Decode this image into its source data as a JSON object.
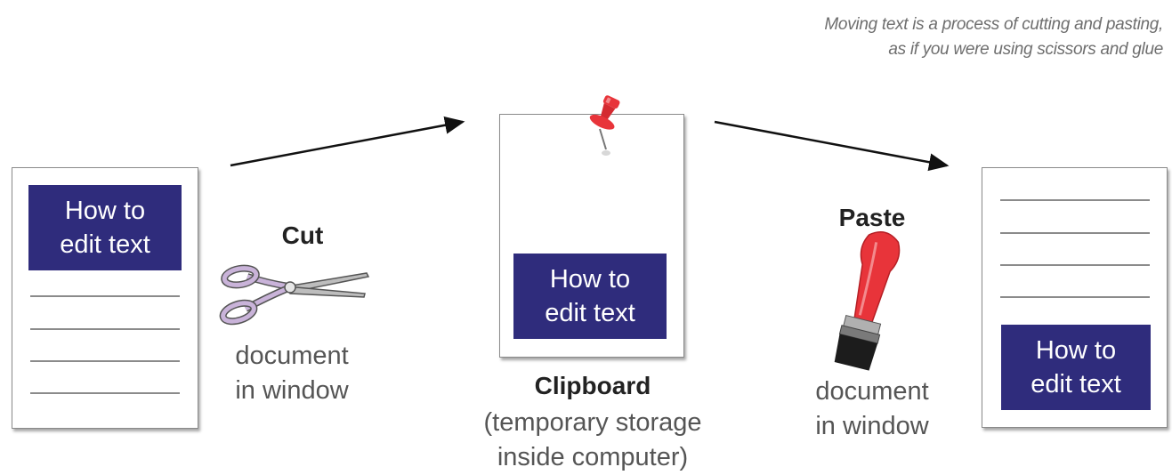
{
  "caption": {
    "line1": "Moving text is a process of cutting and pasting,",
    "line2": "as if you were using scissors and glue"
  },
  "source_doc": {
    "text_line1": "How to",
    "text_line2": "edit text"
  },
  "cut": {
    "label": "Cut",
    "icon": "scissors-icon",
    "desc_line1": "document",
    "desc_line2": "in window"
  },
  "clipboard": {
    "icon": "pushpin-icon",
    "text_line1": "How to",
    "text_line2": "edit text",
    "label": "Clipboard",
    "desc_line1": "(temporary storage",
    "desc_line2": "inside computer)"
  },
  "paste": {
    "label": "Paste",
    "icon": "paintbrush-icon",
    "desc_line1": "document",
    "desc_line2": "in window"
  },
  "dest_doc": {
    "text_line1": "How to",
    "text_line2": "edit text"
  },
  "colors": {
    "text_block": "#2f2c7c",
    "pin": "#e8343a",
    "brush_handle": "#e8343a",
    "scissor_handles": "#c9b3d9"
  }
}
